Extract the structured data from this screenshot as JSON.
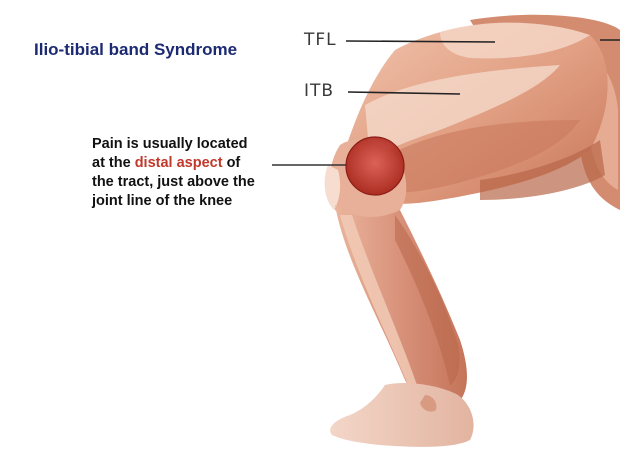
{
  "title": "Ilio-tibial band Syndrome",
  "labels": {
    "tfl": "TFL",
    "itb": "ITB"
  },
  "callout": {
    "line1": "Pain is usually located",
    "line2_pre": "at the ",
    "line2_highlight": "distal aspect",
    "line2_post": " of",
    "line3": "the tract, just above the",
    "line4": "joint line of the knee"
  },
  "colors": {
    "title": "#1c2a72",
    "highlight": "#c0392b",
    "muscle_base": "#e2a084",
    "muscle_dark": "#c77356",
    "muscle_light": "#f3d2c0",
    "pain_marker": "#c0392b"
  }
}
